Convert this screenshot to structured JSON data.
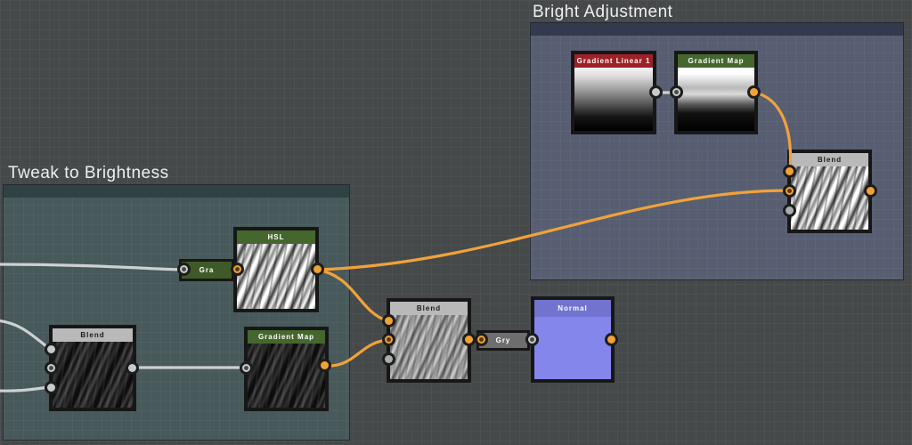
{
  "app": {
    "description": "node graph editor canvas"
  },
  "frames": {
    "bright_adjustment": {
      "title": "Bright Adjustment",
      "fill": "#575e71",
      "bar": "#343a4e"
    },
    "tweak_brightness": {
      "title": "Tweak to Brightness",
      "fill": "#48595b",
      "bar": "#304344"
    }
  },
  "nodes": {
    "gradient_linear_1": {
      "label": "Gradient Linear 1",
      "header_color": "#9e2127"
    },
    "gradient_map_top": {
      "label": "Gradient Map",
      "header_color": "#45672e"
    },
    "blend_top": {
      "label": "Blend",
      "header_color": "#b9b9b9"
    },
    "hsl": {
      "label": "HSL",
      "header_color": "#45672e"
    },
    "gra": {
      "label": "Gra",
      "fill": "#3f5a28"
    },
    "blend_left": {
      "label": "Blend",
      "header_color": "#b9b9b9"
    },
    "gradient_map_left": {
      "label": "Gradient Map",
      "header_color": "#45672e"
    },
    "blend_mid": {
      "label": "Blend",
      "header_color": "#b9b9b9"
    },
    "gry": {
      "label": "Gry",
      "fill": "#6e6e6e"
    },
    "normal": {
      "label": "Normal",
      "header_color": "#7173cf",
      "body_color": "#8486ec"
    }
  },
  "colors": {
    "canvas_bg": "#45494a",
    "wire_orange": "#f2a23a",
    "wire_gray": "#cdd1d1",
    "node_border": "#171717",
    "port_orange": "#f0a236",
    "port_gray": "#c7cbcb"
  }
}
